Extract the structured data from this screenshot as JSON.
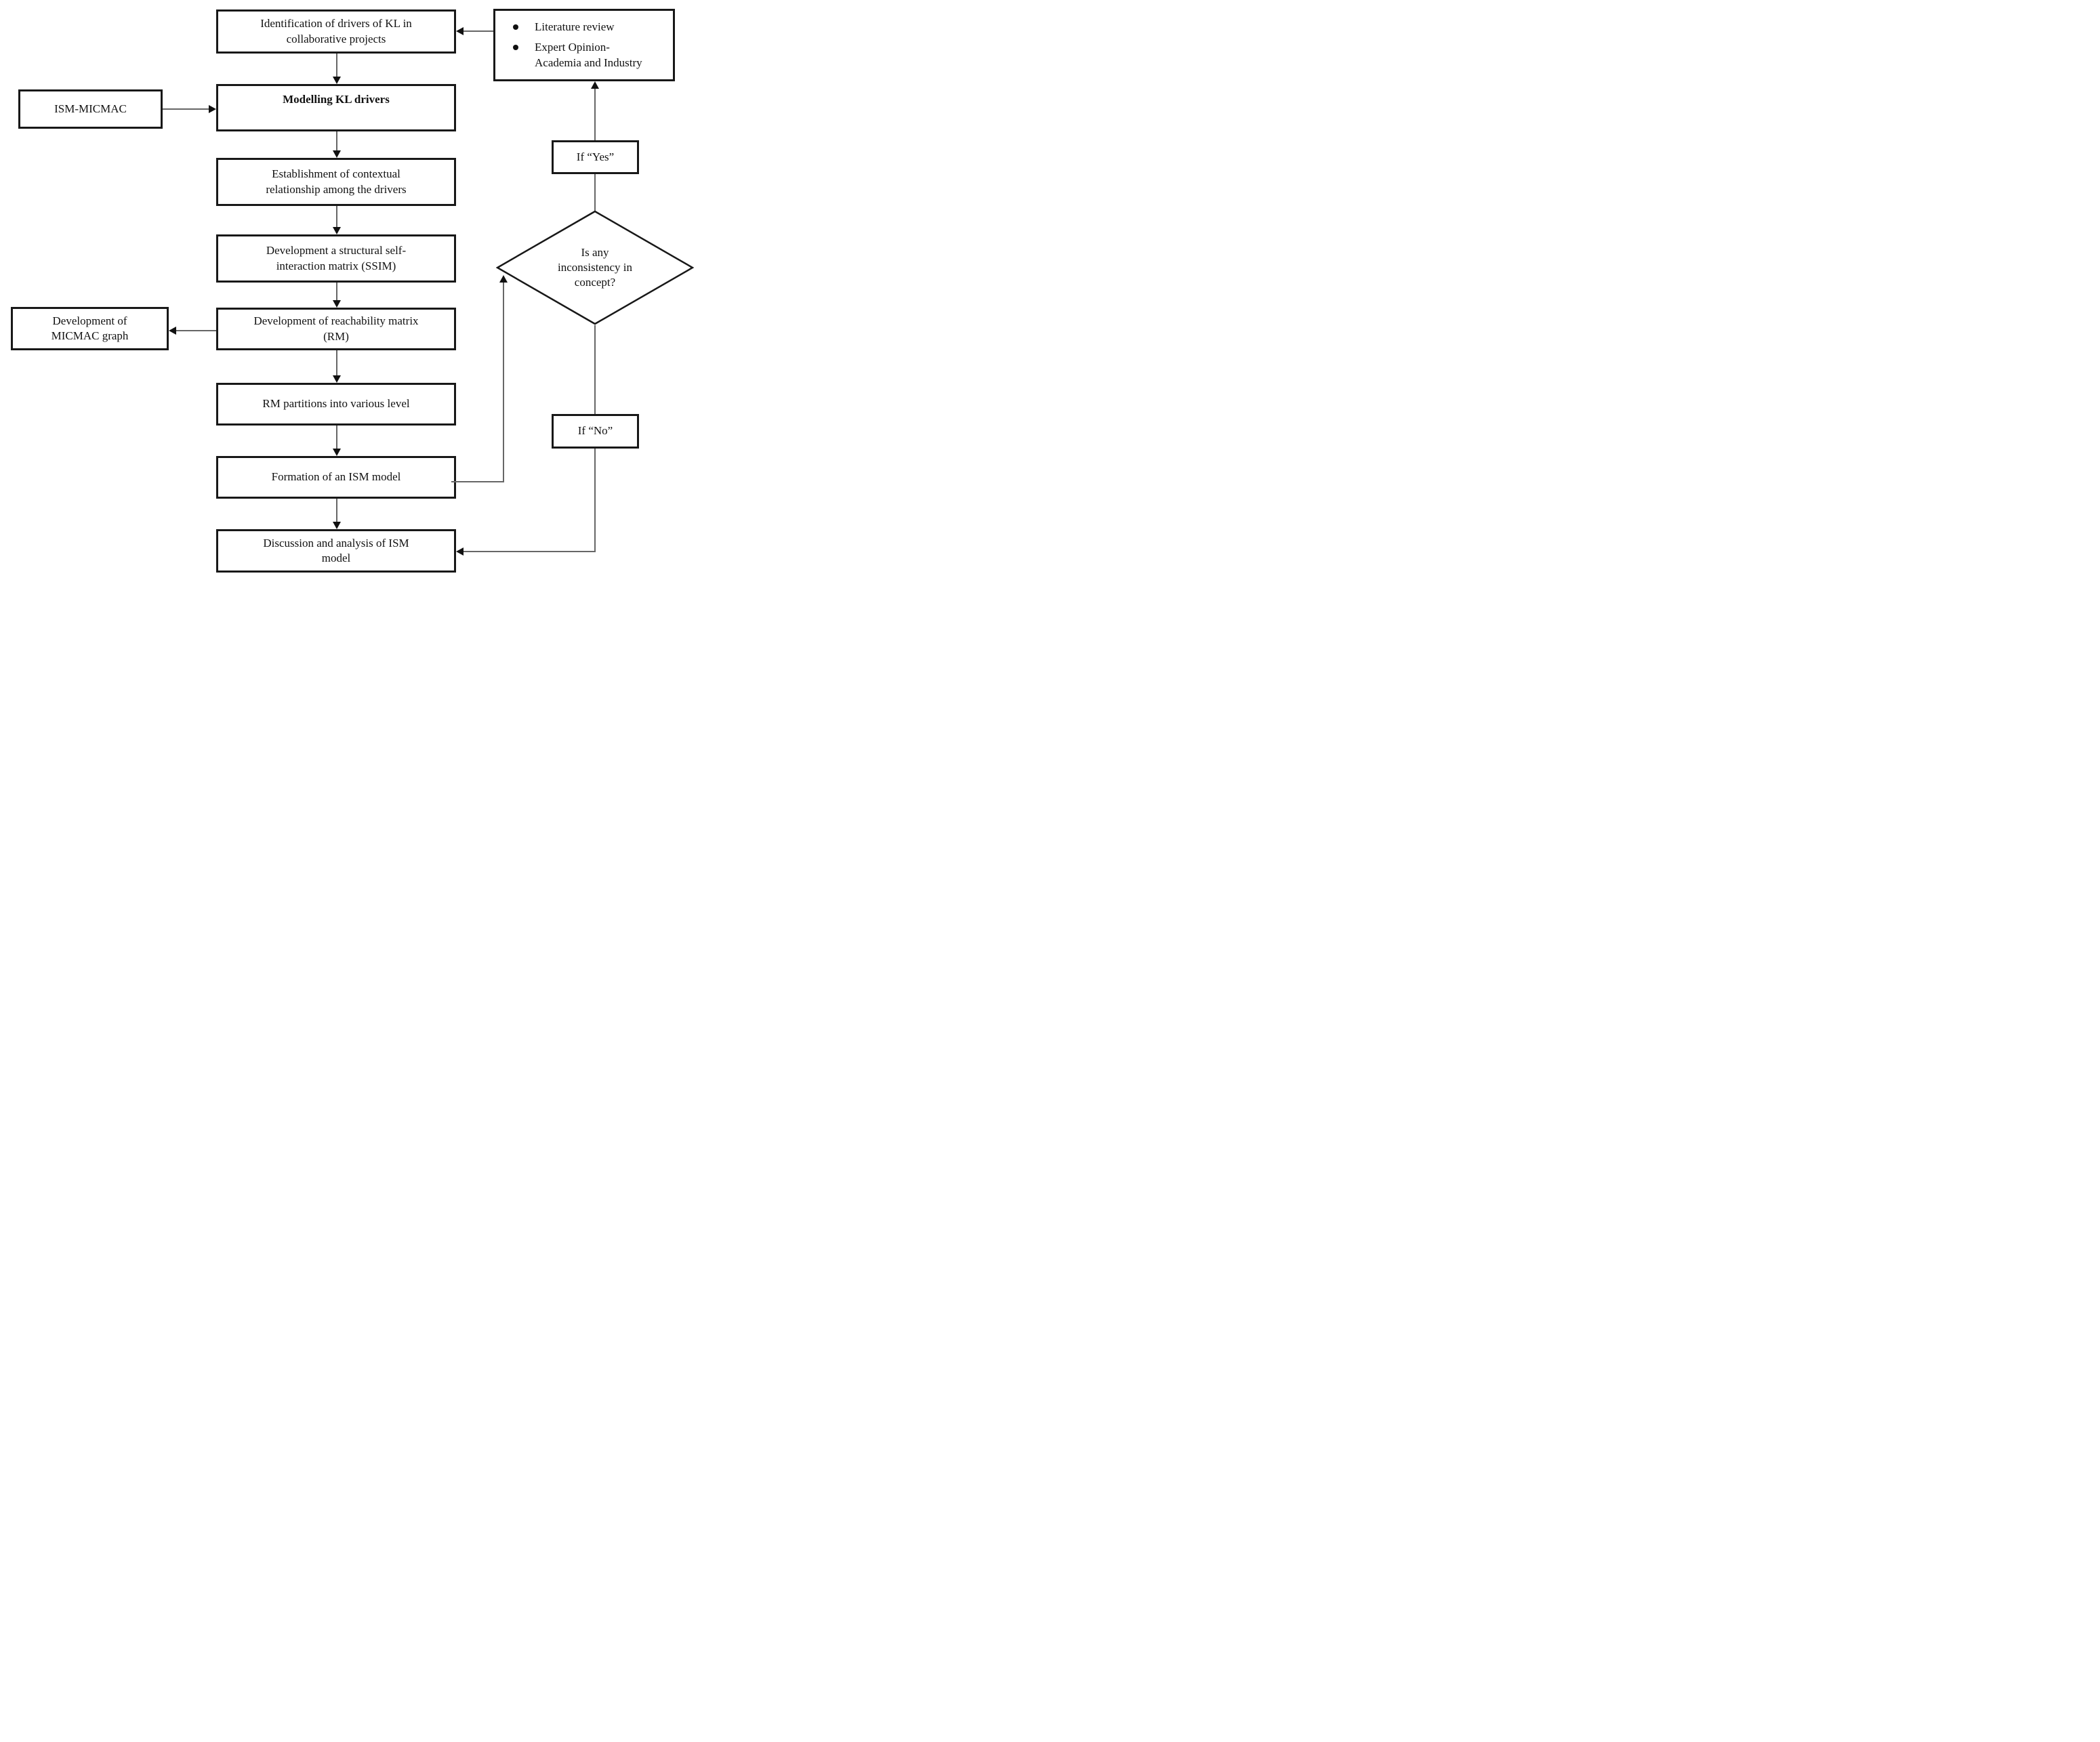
{
  "flowchart": {
    "boxes": {
      "identification": {
        "label": "Identification of drivers of KL in collaborative projects"
      },
      "modelling": {
        "label": "Modelling KL drivers"
      },
      "establishment": {
        "label": "Establishment of contextual relationship among the drivers"
      },
      "ssim": {
        "label": "Development a structural self-interaction matrix (SSIM)"
      },
      "rm": {
        "label": "Development of reachability matrix (RM)"
      },
      "rm_partitions": {
        "label": "RM partitions into various level"
      },
      "formation": {
        "label": "Formation of an ISM model"
      },
      "discussion": {
        "label": "Discussion and analysis of ISM model"
      },
      "ism_micmac": {
        "label": "ISM-MICMAC"
      },
      "micmac_graph": {
        "label": "Development of MICMAC graph"
      },
      "if_yes": {
        "label": "If “Yes”"
      },
      "if_no": {
        "label": "If “No”"
      },
      "decision": {
        "label": "Is any inconsistency in concept?"
      }
    },
    "sources": {
      "items": [
        "Literature review",
        "Expert Opinion- Academia and Industry"
      ]
    },
    "colors": {
      "line": "#666666",
      "border": "#181818",
      "arrowhead": "#111111",
      "background": "#ffffff",
      "text": "#111111"
    }
  }
}
